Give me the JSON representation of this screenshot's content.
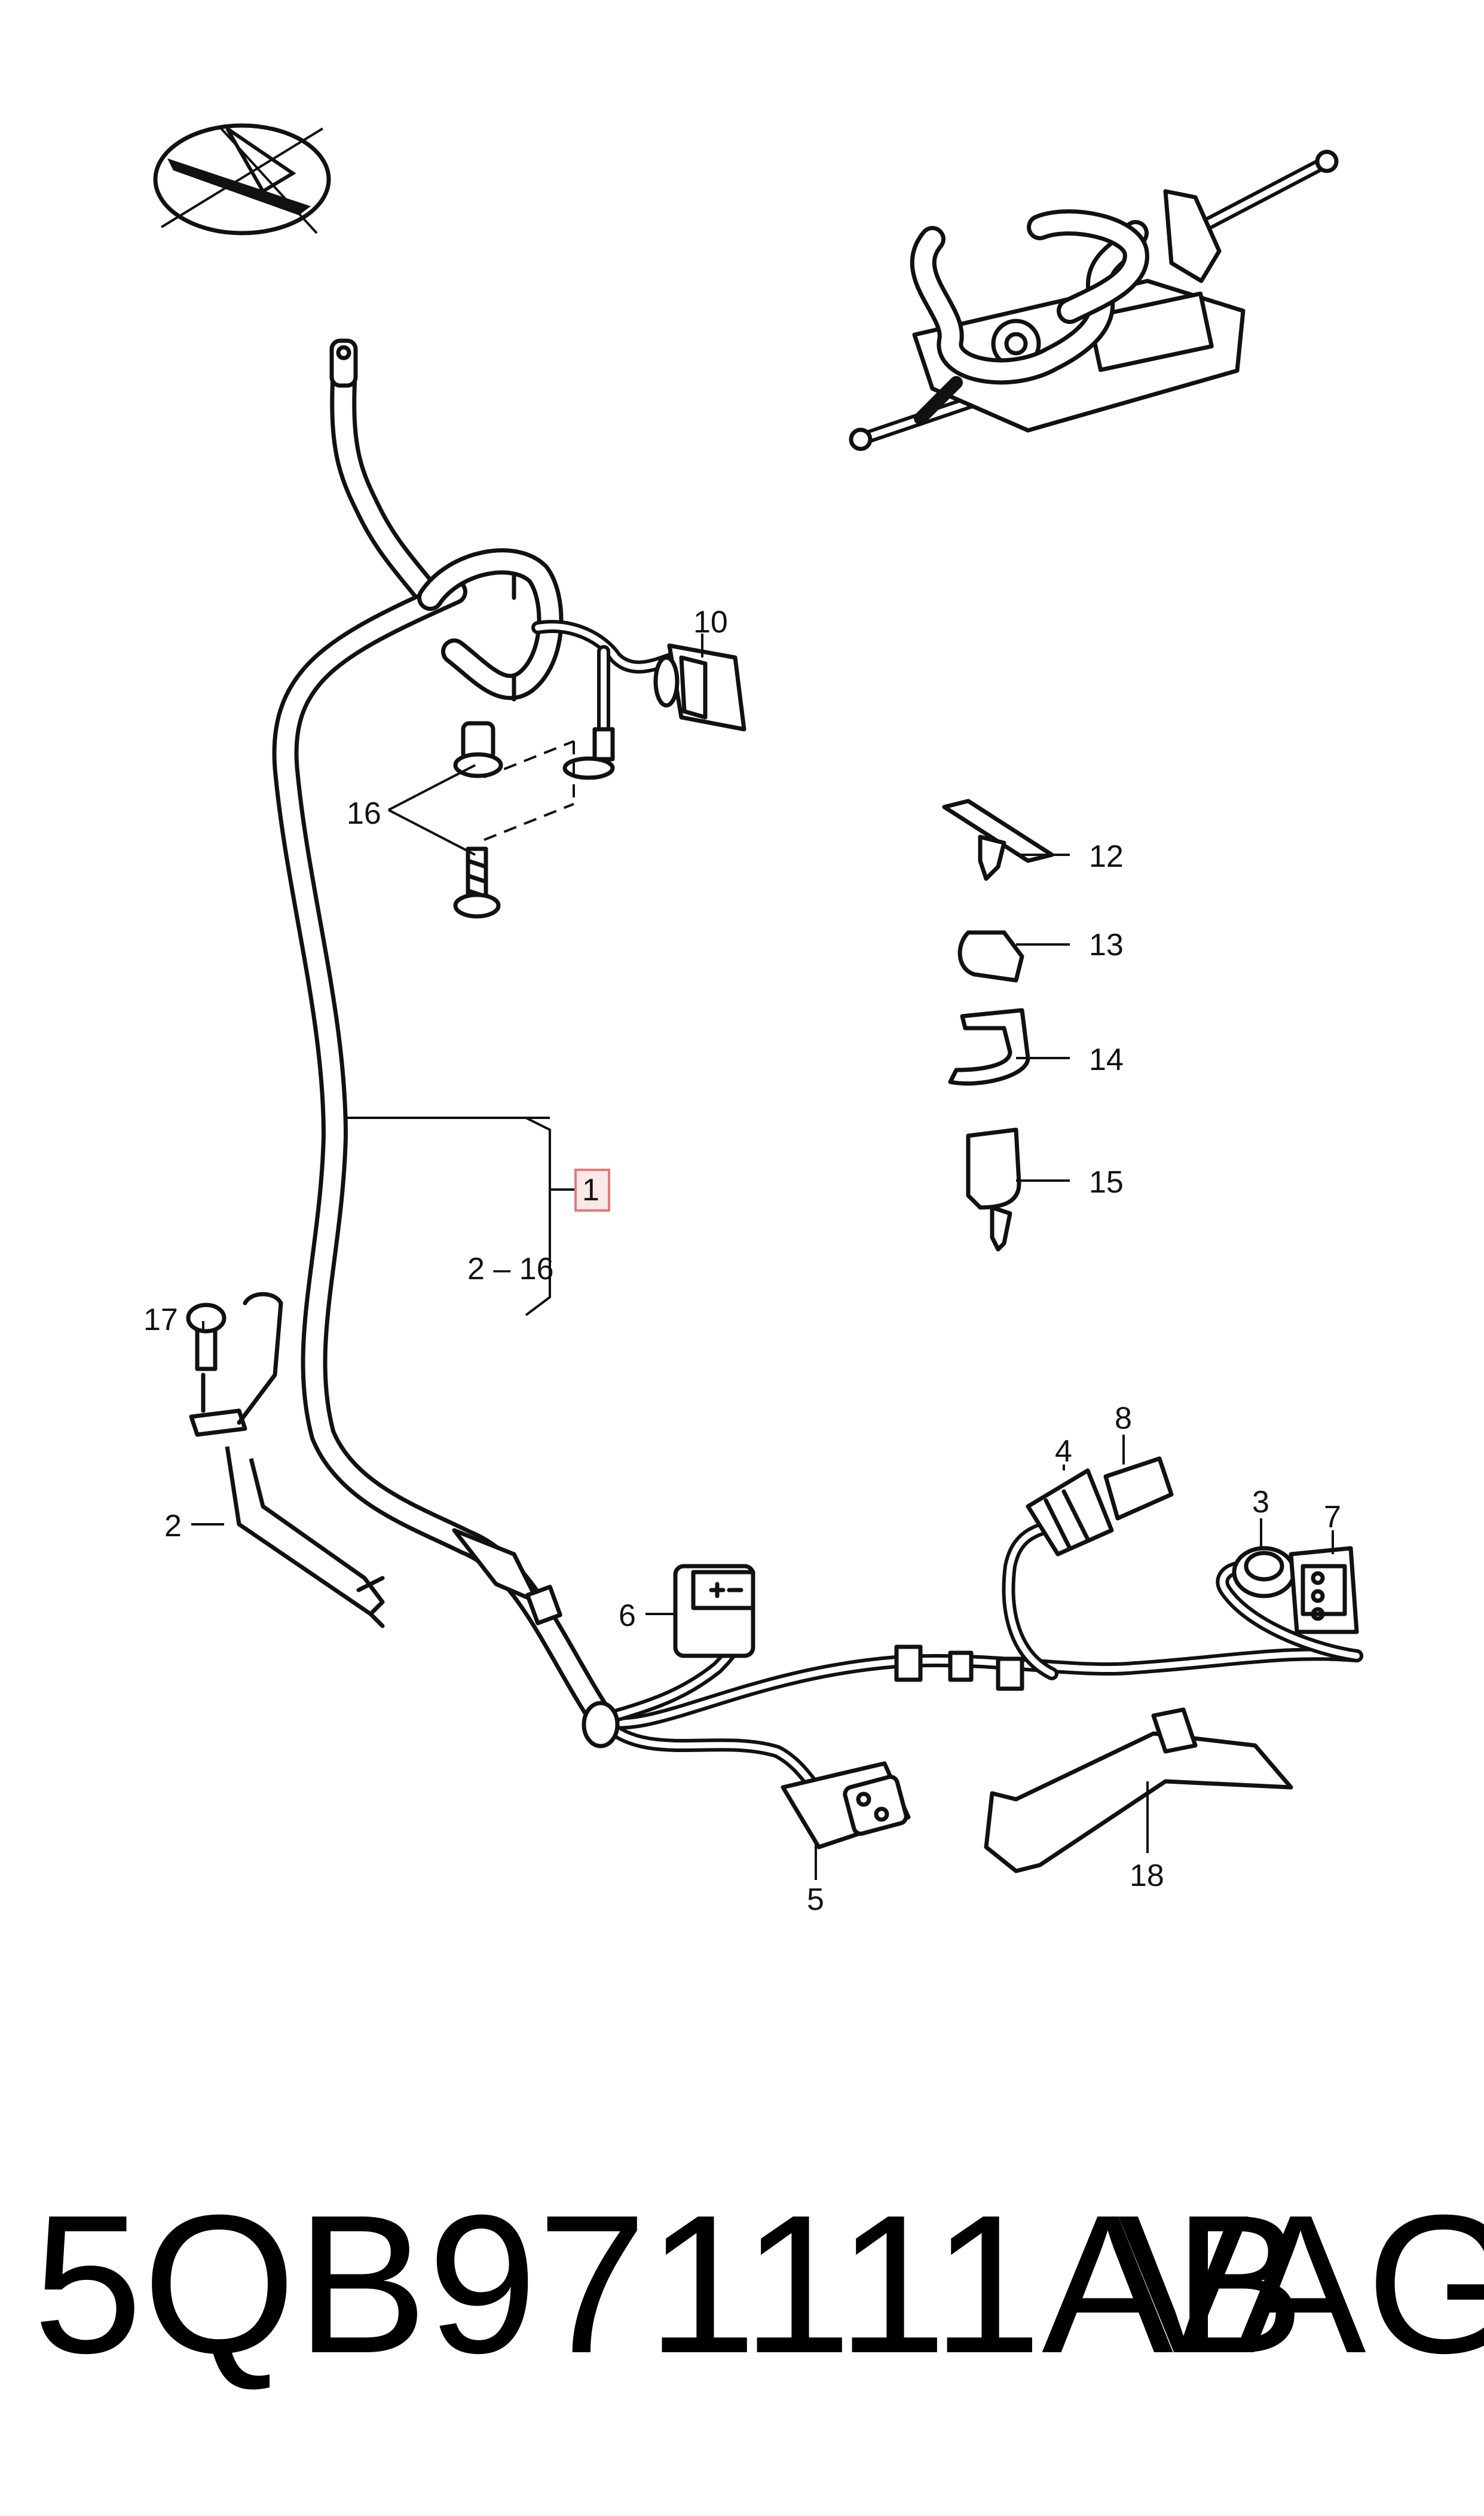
{
  "diagram": {
    "callouts": {
      "c1": "1",
      "c2": "2",
      "c3": "3",
      "c4": "4",
      "c5": "5",
      "c6": "6",
      "c7": "7",
      "c8": "8",
      "c10": "10",
      "c12": "12",
      "c13": "13",
      "c14": "14",
      "c15": "15",
      "c16": "16",
      "c17": "17",
      "c18": "18",
      "range": "2 – 16"
    },
    "part_number": "5QB971111AB",
    "brand": "VAG",
    "highlight_color": "#e07b7b"
  }
}
